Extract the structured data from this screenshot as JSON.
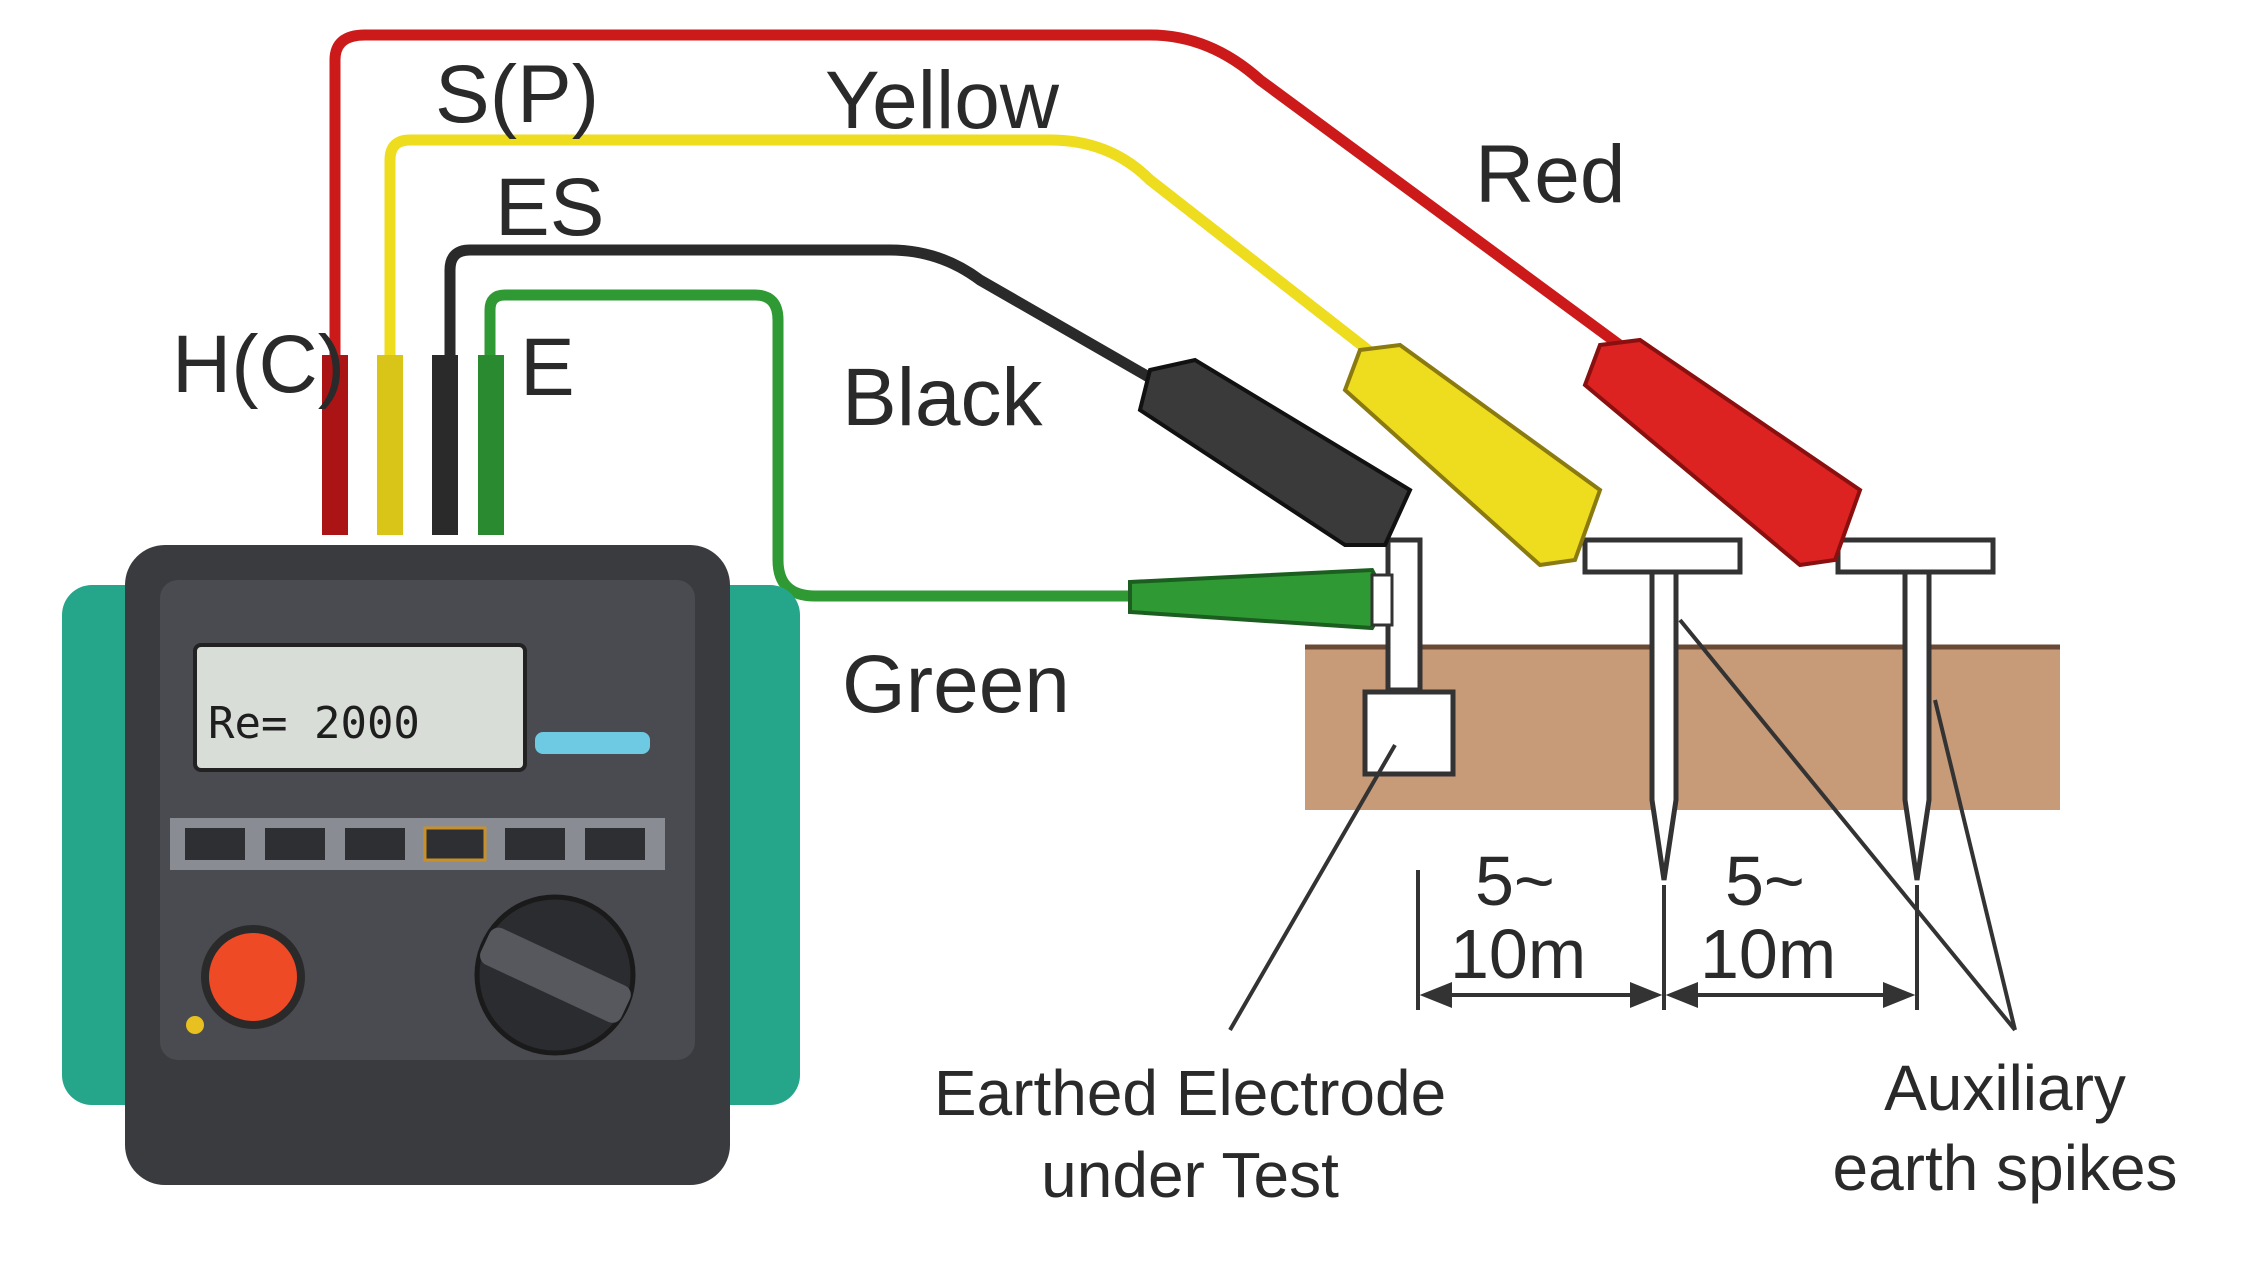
{
  "terminals": {
    "hc": "H(C)",
    "sp": "S(P)",
    "es": "ES",
    "e": "E"
  },
  "wires": {
    "yellow": "Yellow",
    "red": "Red",
    "black": "Black",
    "green": "Green"
  },
  "dimensions": {
    "gap1_top": "5~",
    "gap1_bottom": "10m",
    "gap2_top": "5~",
    "gap2_bottom": "10m"
  },
  "captions": {
    "electrode_line1": "Earthed Electrode",
    "electrode_line2": "under Test",
    "spikes_line1": "Auxiliary",
    "spikes_line2": "earth spikes"
  },
  "display": {
    "reading": "Re= 2000"
  },
  "colors": {
    "red": "#cc1a1a",
    "yellow": "#eedc1e",
    "black": "#2a2a2a",
    "green": "#2f9a34",
    "soil": "#c79a78",
    "body": "#3a3b3f",
    "bumper": "#25a68a",
    "button": "#ef4a26"
  }
}
